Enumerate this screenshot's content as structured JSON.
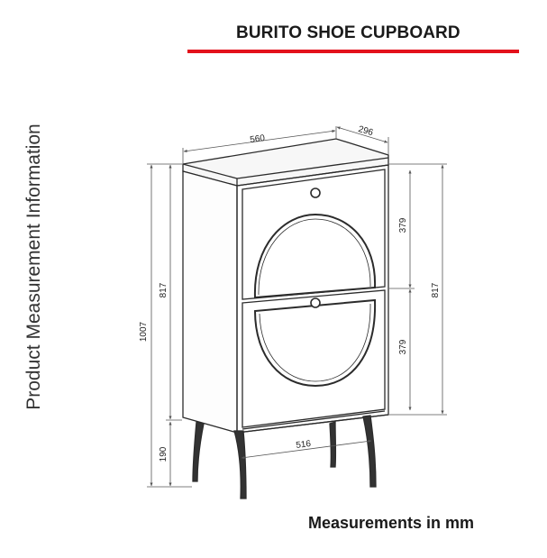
{
  "title": "BURITO SHOE CUPBOARD",
  "side_label": "Product Measurement Information",
  "units_note": "Measurements in mm",
  "colors": {
    "accent_rule": "#e3111b",
    "line": "#2b2b2b",
    "dimension": "#555555"
  },
  "dimensions": {
    "width": "560",
    "depth": "296",
    "total_height": "1007",
    "body_height_left": "817",
    "body_height_right": "817",
    "door_top": "379",
    "door_bottom": "379",
    "leg_height": "190",
    "leg_span": "516"
  }
}
